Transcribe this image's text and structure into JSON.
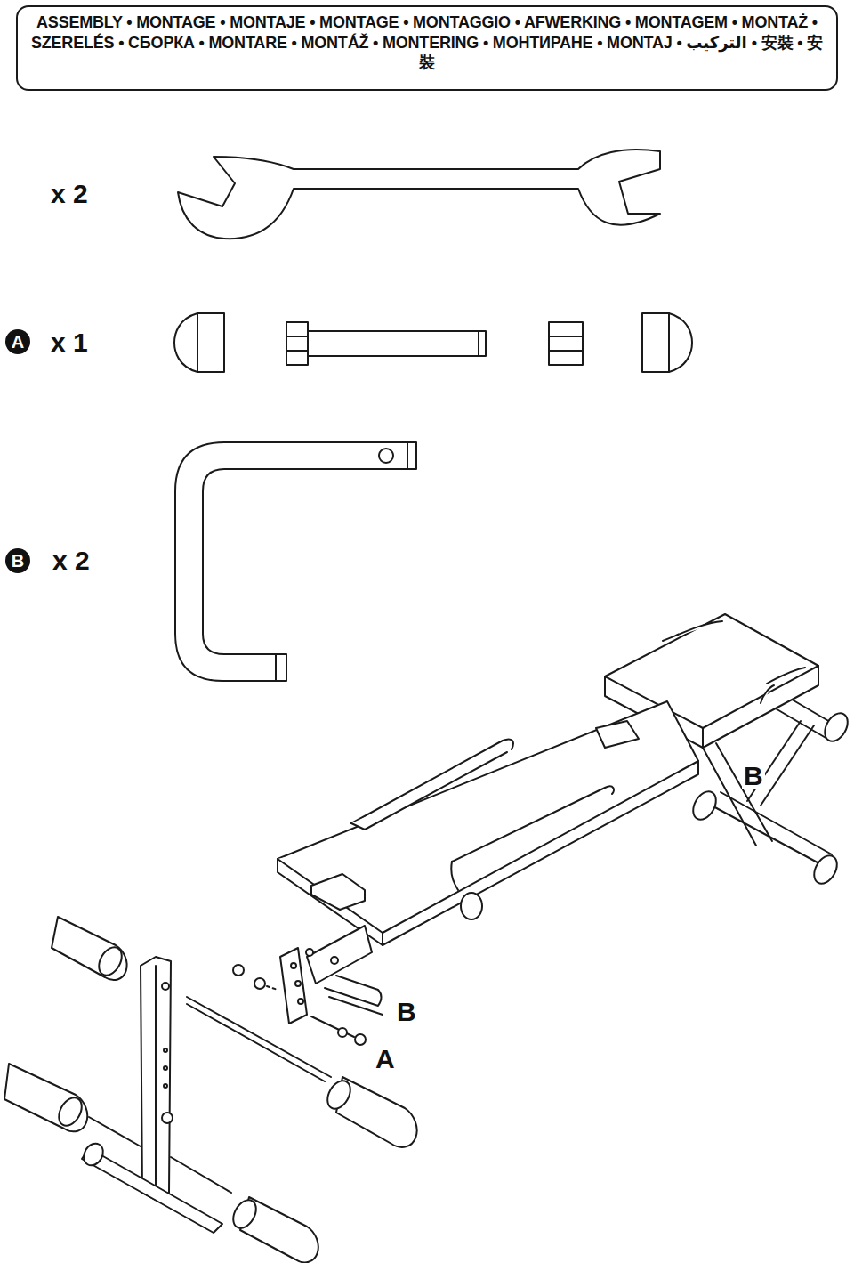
{
  "diagram": {
    "nodes": [
      {
        "text": [
          "ASSEMBLY • MONTAGE • MONTAJE • MONTAGE • MONTAGGIO • AFWERKING • MONTAGEM • MONTAŻ • SZERELÉS • СБОРКА • MONTARE • MONTÁŽ • MONTERING • МОНТИРАНЕ • MONTAJ • التركيب • 安裝 • 安裝"
        ]
      }
    ],
    "labels": [
      "x 2",
      "A",
      "x 1",
      "B",
      "x 2",
      "B",
      "B",
      "A"
    ]
  }
}
